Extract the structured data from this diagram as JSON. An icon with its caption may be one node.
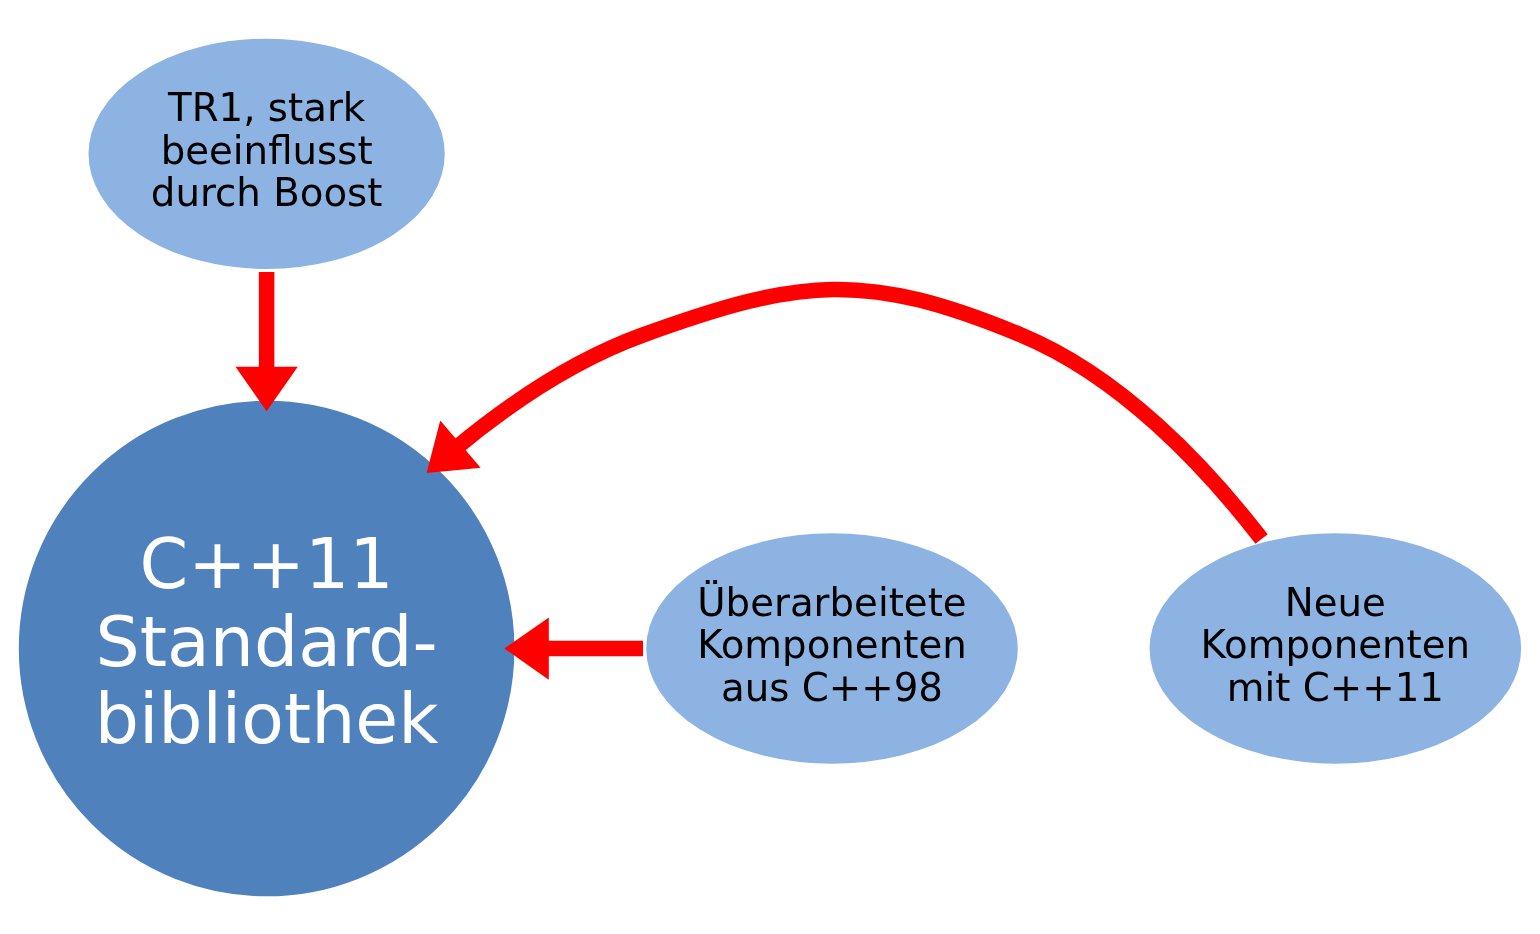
{
  "diagram": {
    "nodes": [
      {
        "text": [
          "TR1, stark beeinflusst durch Boost"
        ]
      },
      {
        "text": [
          "Überarbeitete Komponenten aus C++98"
        ]
      },
      {
        "text": [
          "C++11 Standard- bibliothek"
        ]
      },
      {
        "text": [
          "Neue Komponenten mit C++11"
        ]
      }
    ],
    "edges": [
      {
        "from": 0,
        "to": 2,
        "arrow": "to"
      },
      {
        "from": 1,
        "to": 2,
        "arrow": "to"
      },
      {
        "from": 3,
        "to": 2,
        "arrow": "to"
      }
    ]
  }
}
